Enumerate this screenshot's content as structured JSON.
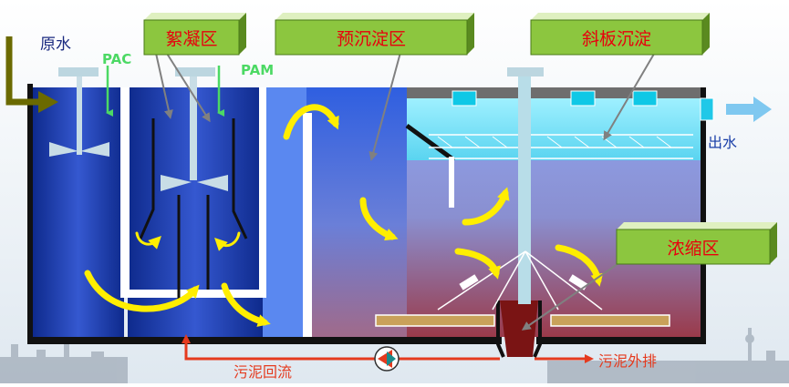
{
  "labels": {
    "raw_water": "原水",
    "pac": "PAC",
    "pam": "PAM",
    "outflow": "出水",
    "sludge_return": "污泥回流",
    "sludge_discharge": "污泥外排"
  },
  "zones": {
    "coagulation": "絮凝区",
    "pre_sedimentation": "预沉淀区",
    "inclined_plate": "斜板沉淀",
    "thickening": "浓缩区"
  },
  "colors": {
    "callout_green": "#8cc63f",
    "callout_text": "#e8000d",
    "dose_arrow": "#4cd964",
    "flow_arrow": "#ffee00",
    "return_line": "#e53a1e",
    "outflow_arrow": "#7fc8f0",
    "raw_water_arrow": "#6b6a00",
    "tank_blue": "#1a3fa8",
    "sludge": "#7a1414"
  }
}
